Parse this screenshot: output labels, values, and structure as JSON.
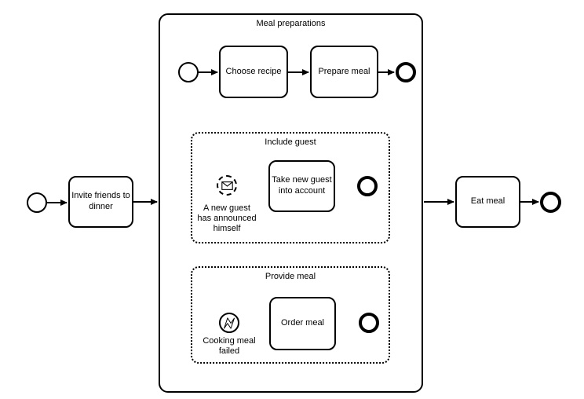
{
  "process": {
    "colors": {
      "stroke": "#000000",
      "background": "#ffffff",
      "text": "#000000"
    },
    "outer": {
      "invite_task": "Invite friends to\ndinner",
      "eat_task": "Eat meal"
    },
    "subprocess": {
      "title": "Meal preparations",
      "tasks": {
        "choose": "Choose recipe",
        "prepare": "Prepare meal"
      },
      "include_guest": {
        "title": "Include guest",
        "start_icon": "message-envelope-icon",
        "start_label": "A new guest\nhas announced\nhimself",
        "task": "Take new guest\ninto account"
      },
      "provide_meal": {
        "title": "Provide meal",
        "start_icon": "error-zigzag-icon",
        "start_label": "Cooking meal\nfailed",
        "task": "Order meal"
      }
    }
  }
}
